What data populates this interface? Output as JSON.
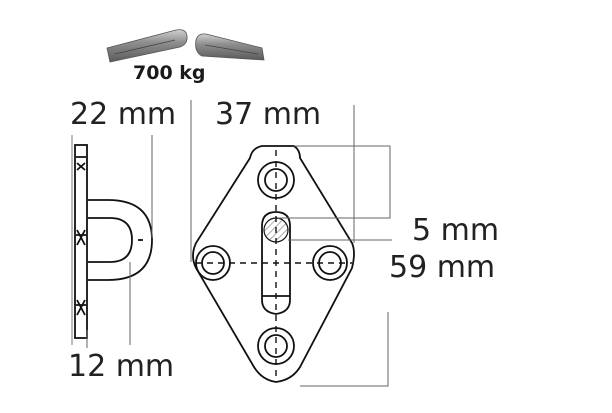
{
  "figure": {
    "subject": "diamond eye plate with U-loop",
    "load": {
      "label": "700 kg",
      "icon": "broken-rope-icon"
    },
    "dimensions": {
      "loop_depth": "22 mm",
      "plate_width": "37 mm",
      "wire_diameter": "5 mm",
      "plate_height": "59 mm",
      "loop_inner": "12 mm"
    },
    "views": [
      "side-view",
      "front-view"
    ],
    "colors": {
      "line": "#111111",
      "dim_line": "#555555",
      "rope": "#8a8a8a",
      "hatch": "#777777",
      "text": "#222222"
    }
  }
}
